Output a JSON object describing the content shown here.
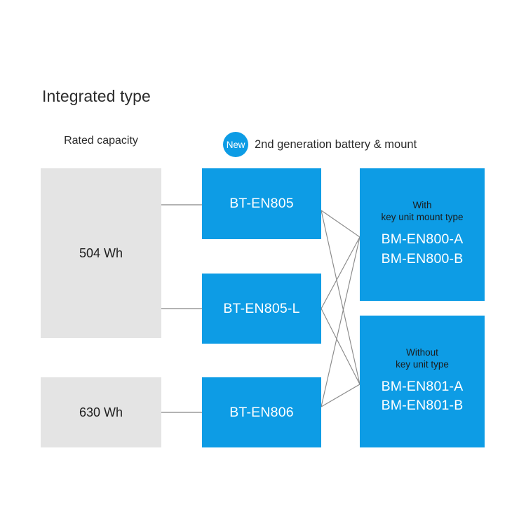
{
  "title": "Integrated type",
  "columns": {
    "left_header": "Rated capacity",
    "legend": {
      "badge": "New",
      "label": "2nd generation battery & mount"
    }
  },
  "colors": {
    "accent_blue": "#0d9ce5",
    "gray_box": "#e4e4e4",
    "connector": "#8a8a8a",
    "text_dark": "#2b2b2b"
  },
  "capacity_nodes": [
    {
      "id": "cap-504",
      "label": "504 Wh"
    },
    {
      "id": "cap-630",
      "label": "630 Wh"
    }
  ],
  "battery_nodes": [
    {
      "id": "bat-805",
      "label": "BT-EN805"
    },
    {
      "id": "bat-805l",
      "label": "BT-EN805-L"
    },
    {
      "id": "bat-806",
      "label": "BT-EN806"
    }
  ],
  "mount_nodes": [
    {
      "id": "mnt-800",
      "sub_line1": "With",
      "sub_line2": "key unit mount type",
      "code1": "BM-EN800-A",
      "code2": "BM-EN800-B"
    },
    {
      "id": "mnt-801",
      "sub_line1": "Without",
      "sub_line2": "key unit type",
      "code1": "BM-EN801-A",
      "code2": "BM-EN801-B"
    }
  ]
}
